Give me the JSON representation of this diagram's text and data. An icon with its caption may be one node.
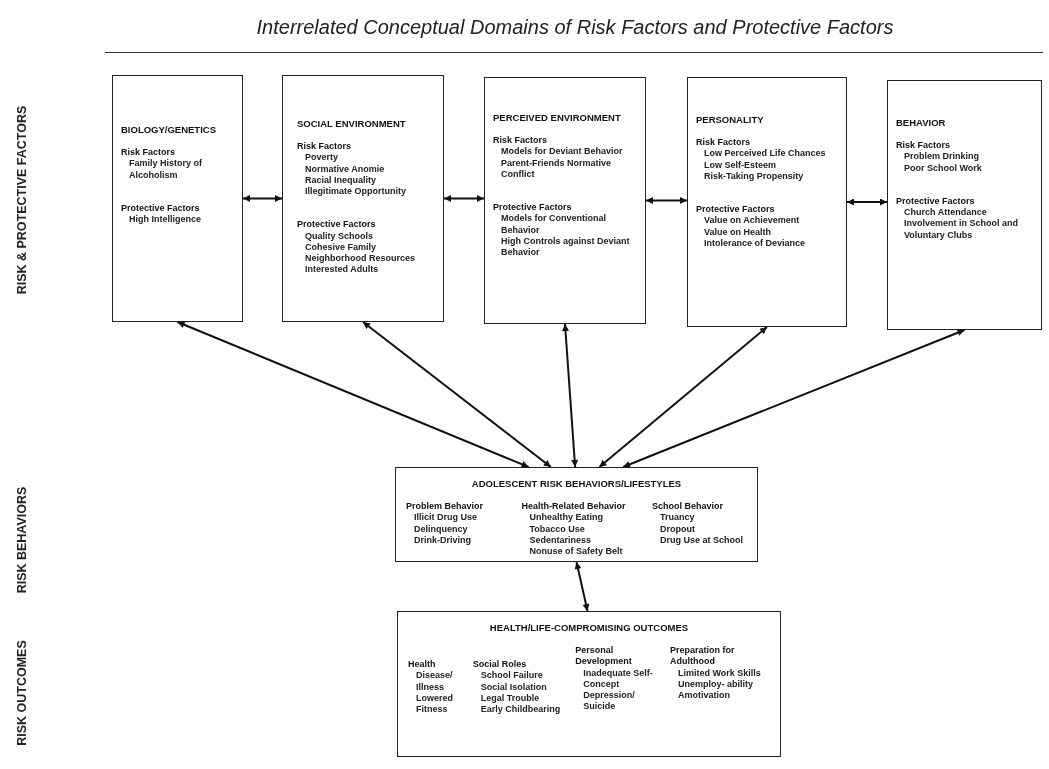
{
  "diagram": {
    "title": "Interrelated Conceptual Domains of Risk Factors and Protective Factors",
    "nodes": [
      {
        "text": [
          "BIOLOGY/GENETICS",
          "Risk Factors",
          "Family History of Alcoholism",
          "Protective Factors",
          "High Intelligence"
        ]
      },
      {
        "text": [
          "SOCIAL ENVIRONMENT",
          "Risk Factors",
          "Poverty",
          "Normative Anomie",
          "Racial Inequality",
          "Illegitimate Opportunity",
          "Protective Factors",
          "Quality Schools",
          "Cohesive Family",
          "Neighborhood Resources",
          "Interested Adults"
        ]
      },
      {
        "text": [
          "PERCEIVED ENVIRONMENT",
          "Risk Factors",
          "Models for Deviant Behavior",
          "Parent-Friends Normative Conflict",
          "Protective Factors",
          "Models for Conventional Behavior",
          "High Controls against Deviant Behavior"
        ]
      },
      {
        "text": [
          "PERSONALITY",
          "Risk Factors",
          "Low Perceived Life Chances",
          "Low Self-Esteem",
          "Risk-Taking Propensity",
          "Protective Factors",
          "Value on Achievement",
          "Value on Health",
          "Intolerance of Deviance"
        ]
      },
      {
        "text": [
          "BEHAVIOR",
          "Risk Factors",
          "Problem Drinking",
          "Poor School Work",
          "Protective Factors",
          "Church Attendance",
          "Involvement in School and Voluntary Clubs"
        ]
      },
      {
        "text": [
          "ADOLESCENT RISK BEHAVIORS/LIFESTYLES",
          "Problem Behavior",
          "Illicit Drug Use",
          "Delinquency",
          "Drink-Driving",
          "Health-Related Behavior",
          "Unhealthy Eating",
          "Tobacco Use",
          "Sedentariness",
          "Nonuse of Safety Belt",
          "School Behavior",
          "Truancy",
          "Dropout",
          "Drug Use at School"
        ]
      },
      {
        "text": [
          "HEALTH/LIFE-COMPROMISING OUTCOMES",
          "Health",
          "Disease/ Illness",
          "Lowered Fitness",
          "Social Roles",
          "School Failure",
          "Social Isolation",
          "Legal Trouble",
          "Early Childbearing",
          "Personal Development",
          "Inadequate Self-Concept",
          "Depression/ Suicide",
          "Preparation for Adulthood",
          "Limited Work Skills",
          "Unemploy- ability",
          "Amotivation"
        ]
      }
    ],
    "edges": [
      {
        "from": 0,
        "to": 1,
        "arrow": "both"
      },
      {
        "from": 1,
        "to": 2,
        "arrow": "both"
      },
      {
        "from": 2,
        "to": 3,
        "arrow": "both"
      },
      {
        "from": 3,
        "to": 4,
        "arrow": "both"
      },
      {
        "from": 0,
        "to": 5,
        "arrow": "both"
      },
      {
        "from": 1,
        "to": 5,
        "arrow": "both"
      },
      {
        "from": 2,
        "to": 5,
        "arrow": "both"
      },
      {
        "from": 3,
        "to": 5,
        "arrow": "both"
      },
      {
        "from": 4,
        "to": 5,
        "arrow": "both"
      },
      {
        "from": 5,
        "to": 6,
        "arrow": "both"
      }
    ],
    "labels": [
      "RISK & PROTECTIVE FACTORS",
      "RISK BEHAVIORS",
      "RISK OUTCOMES"
    ]
  }
}
